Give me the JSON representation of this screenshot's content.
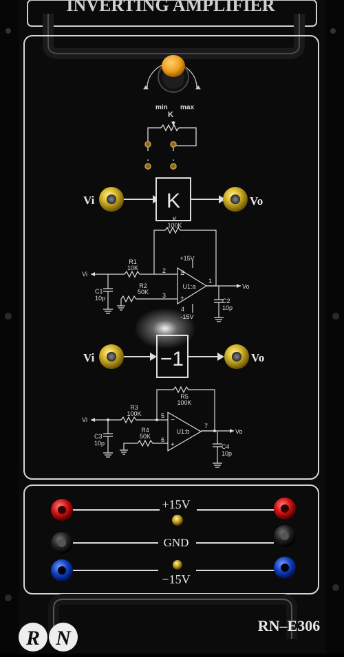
{
  "panel": {
    "top_title": "INVERTING AMPLIFIER",
    "model": "RN–E306",
    "logo": "RN"
  },
  "knob": {
    "min_label": "min",
    "max_label": "max",
    "pot_label": "K",
    "cap_color": "#f0a020"
  },
  "block_k": {
    "input_label": "Vi",
    "output_label": "Vo",
    "gain_label": "K"
  },
  "circuit_a": {
    "vi": "Vi",
    "vo": "Vo",
    "r1_name": "R1",
    "r1_value": "10K",
    "r2_name": "R2",
    "r2_value": "50K",
    "k_name": "K",
    "k_value": "100K",
    "c1_name": "C1",
    "c1_value": "10p",
    "c2_name": "C2",
    "c2_value": "10p",
    "opamp": "U1:a",
    "vplus": "+15V",
    "vminus": "-15V",
    "pin2": "2",
    "pin3": "3",
    "pin1": "1",
    "pin8": "8",
    "pin4": "4"
  },
  "block_minus1": {
    "input_label": "Vi",
    "output_label": "Vo",
    "gain_label": "−1"
  },
  "circuit_b": {
    "vi": "Vi",
    "vo": "Vo",
    "r3_name": "R3",
    "r3_value": "100K",
    "r4_name": "R4",
    "r4_value": "50K",
    "r5_name": "R5",
    "r5_value": "100K",
    "c3_name": "C3",
    "c3_value": "10p",
    "c4_name": "C4",
    "c4_value": "10p",
    "opamp": "U1:b",
    "pin5": "5",
    "pin6": "6",
    "pin7": "7"
  },
  "power": {
    "plus_label": "+15V",
    "gnd_label": "GND",
    "minus_label": "−15V",
    "red": "#d01010",
    "black": "#151515",
    "blue": "#1040c0"
  },
  "colors": {
    "panel": "#070707",
    "lines": "#e0e0e0",
    "jack_yellow": "#c8b020"
  }
}
